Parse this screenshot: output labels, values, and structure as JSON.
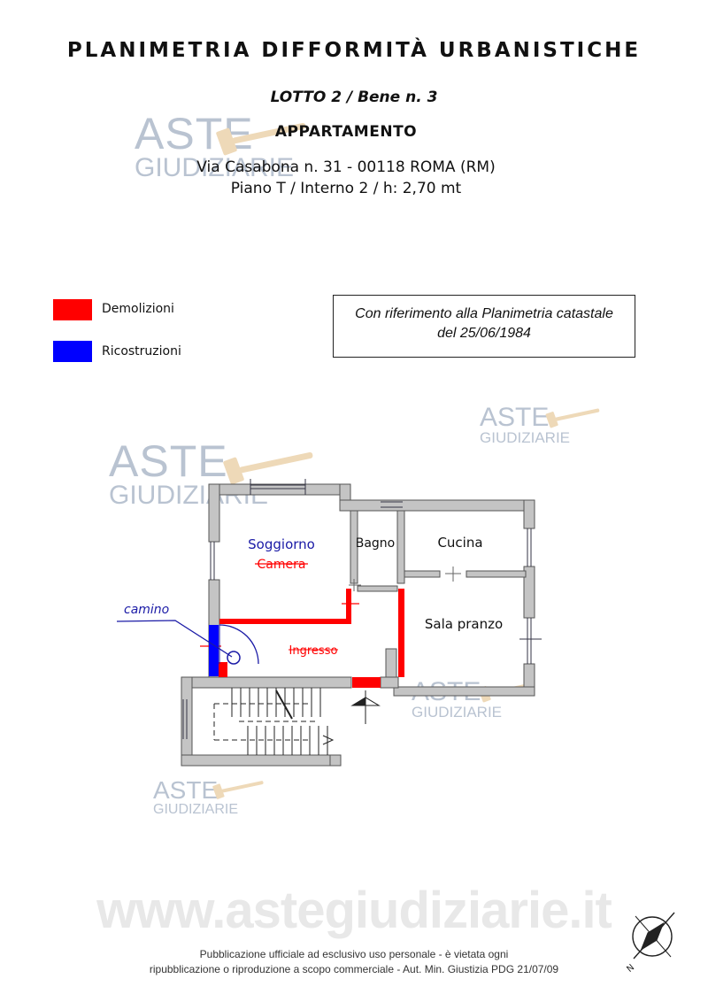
{
  "header": {
    "title": "PLANIMETRIA DIFFORMITÀ URBANISTICHE",
    "lotto": "LOTTO 2 / Bene n. 3",
    "tipo": "APPARTAMENTO",
    "indirizzo": "Via Casabona n. 31 - 00118 ROMA (RM)",
    "piano": "Piano T / Interno 2 / h: 2,70 mt"
  },
  "legend": {
    "items": [
      {
        "label": "Demolizioni",
        "color": "#ff0000"
      },
      {
        "label": "Ricostruzioni",
        "color": "#0000ff"
      }
    ]
  },
  "reference": {
    "line1": "Con riferimento alla Planimetria catastale",
    "line2": "del 25/06/1984"
  },
  "plan": {
    "rooms": {
      "soggiorno": "Soggiorno",
      "camera": "Camera",
      "bagno": "Bagno",
      "cucina": "Cucina",
      "sala_pranzo": "Sala pranzo",
      "ingresso": "Ingresso",
      "camino": "camino"
    },
    "colors": {
      "wall": "#c4c4c4",
      "demolition": "#ff0000",
      "reconstruction": "#0000ff",
      "room_blue": "#1a1aa6"
    }
  },
  "watermark": {
    "brand_top": "ASTE",
    "brand_bottom": "GIUDIZIARIE",
    "site": "www.astegiudiziarie.it"
  },
  "footer": {
    "line1": "Pubblicazione ufficiale ad esclusivo uso personale - è vietata ogni",
    "line2": "ripubblicazione o riproduzione a scopo commerciale - Aut. Min. Giustizia PDG 21/07/09"
  },
  "compass": {
    "label": "N"
  }
}
